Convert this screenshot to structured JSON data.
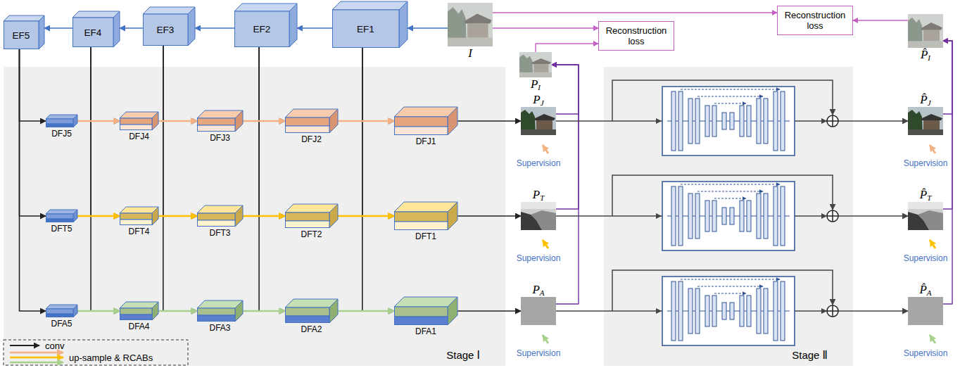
{
  "diagram": {
    "nodes": [
      {
        "text": [
          "EF5"
        ]
      },
      {
        "text": [
          "EF4"
        ]
      },
      {
        "text": [
          "EF3"
        ]
      },
      {
        "text": [
          "EF2"
        ]
      },
      {
        "text": [
          "EF1"
        ]
      },
      {
        "text": [
          "I"
        ]
      },
      {
        "text": [
          "Reconstruction loss"
        ]
      },
      {
        "text": [
          "Reconstruction loss"
        ]
      },
      {
        "text": [
          "P̂I"
        ]
      },
      {
        "text": [
          "PI"
        ]
      },
      {
        "text": [
          "Stage Ⅰ"
        ]
      },
      {
        "text": [
          "DFJ5"
        ],
        "in": 10
      },
      {
        "text": [
          "DFJ4"
        ],
        "in": 10
      },
      {
        "text": [
          "DFJ3"
        ],
        "in": 10
      },
      {
        "text": [
          "DFJ2"
        ],
        "in": 10
      },
      {
        "text": [
          "DFJ1"
        ],
        "in": 10
      },
      {
        "text": [
          "DFT5"
        ],
        "in": 10
      },
      {
        "text": [
          "DFT4"
        ],
        "in": 10
      },
      {
        "text": [
          "DFT3"
        ],
        "in": 10
      },
      {
        "text": [
          "DFT2"
        ],
        "in": 10
      },
      {
        "text": [
          "DFT1"
        ],
        "in": 10
      },
      {
        "text": [
          "DFA5"
        ],
        "in": 10
      },
      {
        "text": [
          "DFA4"
        ],
        "in": 10
      },
      {
        "text": [
          "DFA3"
        ],
        "in": 10
      },
      {
        "text": [
          "DFA2"
        ],
        "in": 10
      },
      {
        "text": [
          "DFA1"
        ],
        "in": 10
      },
      {
        "text": [
          "PJ"
        ]
      },
      {
        "text": [
          "PT"
        ]
      },
      {
        "text": [
          "PA"
        ]
      },
      {
        "text": [
          "Stage Ⅱ"
        ]
      },
      {
        "text": [
          "P̂J"
        ]
      },
      {
        "text": [
          "P̂T"
        ]
      },
      {
        "text": [
          "P̂A"
        ]
      }
    ],
    "edges": [
      {
        "from": 5,
        "to": 4,
        "arrow": "to"
      },
      {
        "from": 4,
        "to": 3,
        "arrow": "to"
      },
      {
        "from": 3,
        "to": 2,
        "arrow": "to"
      },
      {
        "from": 2,
        "to": 1,
        "arrow": "to"
      },
      {
        "from": 1,
        "to": 0,
        "arrow": "to"
      },
      {
        "from": 0,
        "to": 11,
        "arrow": "to"
      },
      {
        "from": 0,
        "to": 16,
        "arrow": "to"
      },
      {
        "from": 0,
        "to": 21,
        "arrow": "to"
      },
      {
        "from": 1,
        "to": 12,
        "arrow": "to"
      },
      {
        "from": 1,
        "to": 17,
        "arrow": "to"
      },
      {
        "from": 1,
        "to": 22,
        "arrow": "to"
      },
      {
        "from": 2,
        "to": 13,
        "arrow": "to"
      },
      {
        "from": 2,
        "to": 18,
        "arrow": "to"
      },
      {
        "from": 2,
        "to": 23,
        "arrow": "to"
      },
      {
        "from": 3,
        "to": 14,
        "arrow": "to"
      },
      {
        "from": 3,
        "to": 19,
        "arrow": "to"
      },
      {
        "from": 3,
        "to": 24,
        "arrow": "to"
      },
      {
        "from": 4,
        "to": 15,
        "arrow": "to"
      },
      {
        "from": 4,
        "to": 20,
        "arrow": "to"
      },
      {
        "from": 4,
        "to": 25,
        "arrow": "to"
      },
      {
        "from": 11,
        "to": 12,
        "arrow": "to"
      },
      {
        "from": 12,
        "to": 13,
        "arrow": "to"
      },
      {
        "from": 13,
        "to": 14,
        "arrow": "to"
      },
      {
        "from": 14,
        "to": 15,
        "arrow": "to"
      },
      {
        "from": 16,
        "to": 17,
        "arrow": "to"
      },
      {
        "from": 17,
        "to": 18,
        "arrow": "to"
      },
      {
        "from": 18,
        "to": 19,
        "arrow": "to"
      },
      {
        "from": 19,
        "to": 20,
        "arrow": "to"
      },
      {
        "from": 21,
        "to": 22,
        "arrow": "to"
      },
      {
        "from": 22,
        "to": 23,
        "arrow": "to"
      },
      {
        "from": 23,
        "to": 24,
        "arrow": "to"
      },
      {
        "from": 24,
        "to": 25,
        "arrow": "to"
      },
      {
        "from": 15,
        "to": 26,
        "arrow": "to"
      },
      {
        "from": 20,
        "to": 27,
        "arrow": "to"
      },
      {
        "from": 25,
        "to": 28,
        "arrow": "to"
      },
      {
        "from": 26,
        "to": 9,
        "arrow": "to"
      },
      {
        "from": 27,
        "to": 9,
        "arrow": "to"
      },
      {
        "from": 28,
        "to": 9,
        "arrow": "to"
      },
      {
        "from": 5,
        "to": 6,
        "arrow": "to"
      },
      {
        "from": 9,
        "to": 6,
        "arrow": "to"
      },
      {
        "from": 5,
        "to": 7,
        "arrow": "to"
      },
      {
        "from": 8,
        "to": 7,
        "arrow": "to"
      },
      {
        "from": 26,
        "to": 30,
        "arrow": "to"
      },
      {
        "from": 27,
        "to": 31,
        "arrow": "to"
      },
      {
        "from": 28,
        "to": 32,
        "arrow": "to"
      },
      {
        "from": 30,
        "to": 8,
        "arrow": "to"
      },
      {
        "from": 31,
        "to": 8,
        "arrow": "to"
      },
      {
        "from": 32,
        "to": 8,
        "arrow": "to"
      }
    ],
    "labels": [
      "Supervision",
      "Supervision",
      "Supervision",
      "Supervision",
      "Supervision",
      "Supervision"
    ],
    "legend": [
      {
        "text": "conv"
      },
      {
        "text": "up-sample & RCABs"
      }
    ]
  }
}
